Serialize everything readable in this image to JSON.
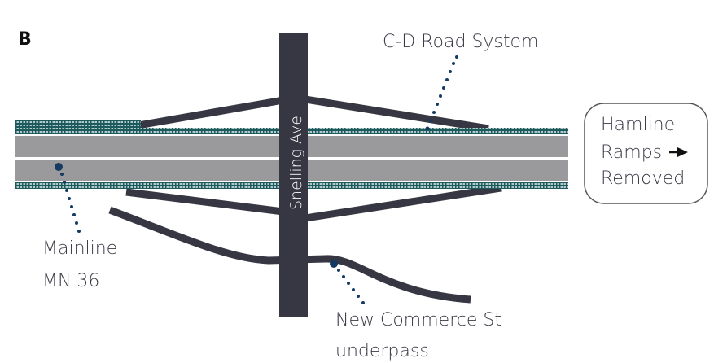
{
  "panel_label": "B",
  "labels": {
    "cd_road": "C-D Road System",
    "mainline_line1": "Mainline",
    "mainline_line2": "MN 36",
    "snelling": "Snelling Ave",
    "commerce_line1": "New Commerce St",
    "commerce_line2": "underpass",
    "hamline_line1": "Hamline",
    "hamline_line2": "Ramps",
    "hamline_line3": "Removed"
  },
  "colors": {
    "road_dark": "#363743",
    "mainline_gray": "#9a9a9c",
    "cd_teal": "#1d5a5e",
    "dot_blue": "#143a63"
  },
  "icons": {
    "hamline_arrow": "right-arrow-icon"
  }
}
